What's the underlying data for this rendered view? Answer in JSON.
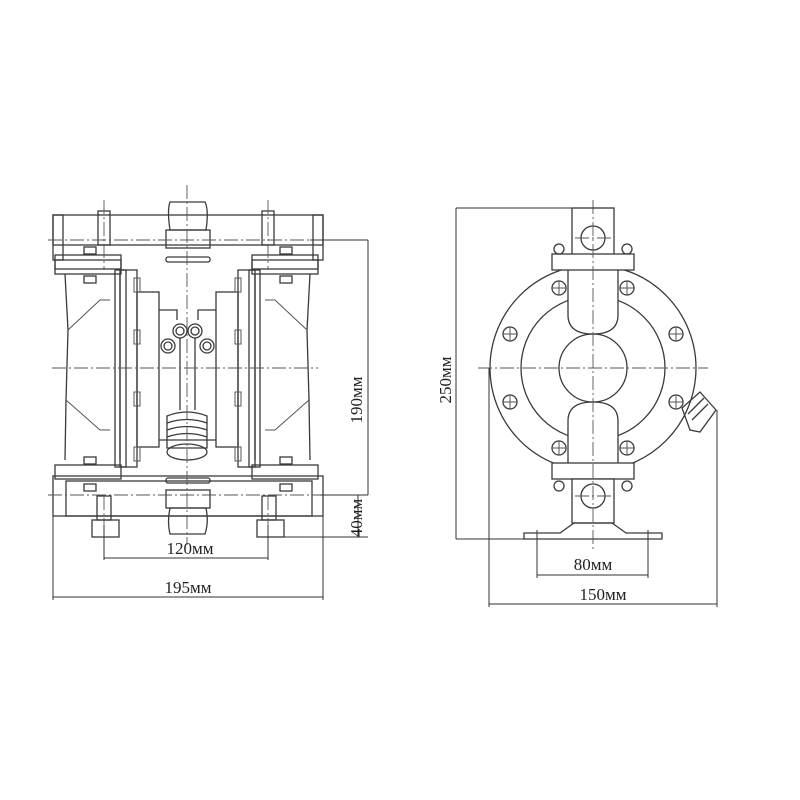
{
  "drawing": {
    "subject": "Diaphragm pump outline drawing",
    "front_view": {
      "dimensions": {
        "overall_width": "195мм",
        "foot_spacing": "120мм",
        "port_center_height": "190мм",
        "base_to_port": "40мм"
      }
    },
    "side_view": {
      "dimensions": {
        "overall_height": "250мм",
        "overall_width": "150мм",
        "base_width": "80мм"
      }
    }
  }
}
